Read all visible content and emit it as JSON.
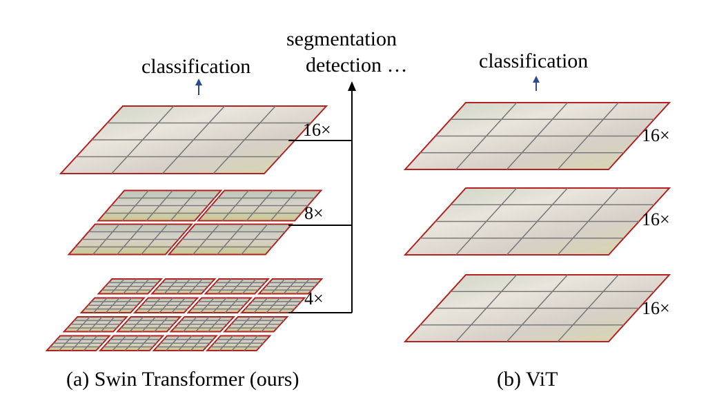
{
  "labels": {
    "left_task": "classification",
    "dense_task_line1": "segmentation",
    "dense_task_line2": "detection …",
    "right_task": "classification",
    "scale_16x": "16×",
    "scale_8x": "8×",
    "scale_4x": "4×",
    "vit_scale_1": "16×",
    "vit_scale_2": "16×",
    "vit_scale_3": "16×",
    "caption_left": "(a) Swin Transformer (ours)",
    "caption_right": "(b) ViT"
  },
  "colors": {
    "layer_border": "#b22222",
    "grid_line": "#7a7a7a",
    "up_arrow": "#2e4a8f",
    "connector": "#000000"
  }
}
